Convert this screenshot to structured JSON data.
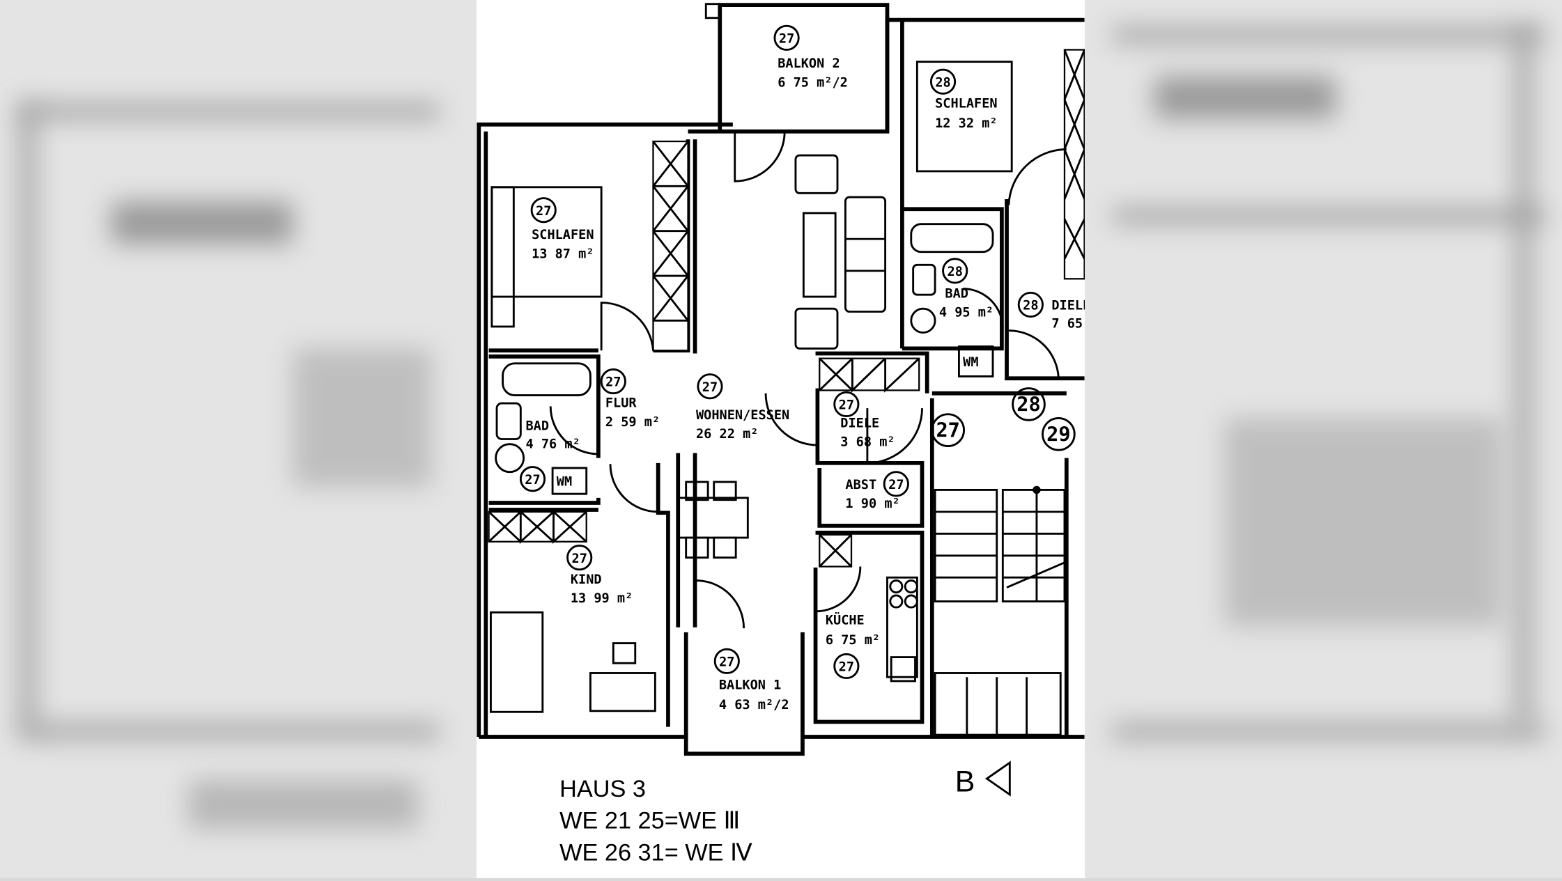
{
  "rooms": [
    {
      "unit": "27",
      "name": "BALKON 2",
      "area": "6 75  m²/2"
    },
    {
      "unit": "27",
      "name": "SCHLAFEN",
      "area": "13 87  m²"
    },
    {
      "unit": "27",
      "name": "FLUR",
      "area": "2 59  m²"
    },
    {
      "unit": "27",
      "name": "WOHNEN/ESSEN",
      "area": "26 22 m²"
    },
    {
      "unit": "27",
      "name": "BAD",
      "area": "4 76   m²"
    },
    {
      "unit": "27",
      "name": "DIELE",
      "area": "3 68  m²"
    },
    {
      "unit": "27",
      "name": "ABST",
      "area": "1 90  m²"
    },
    {
      "unit": "27",
      "name": "KIND",
      "area": "13 99  m²"
    },
    {
      "unit": "27",
      "name": "KÜCHE",
      "area": "6 75  m²"
    },
    {
      "unit": "27",
      "name": "BALKON 1",
      "area": "4 63  m²/2"
    },
    {
      "unit": "28",
      "name": "SCHLAFEN",
      "area": "12 32  m²"
    },
    {
      "unit": "28",
      "name": "BAD",
      "area": "4 95  m²"
    },
    {
      "unit": "28",
      "name": "DIELE",
      "area": "7 65"
    }
  ],
  "fixtures": {
    "washer_label": "WM"
  },
  "stair_units": [
    "27",
    "28",
    "29"
  ],
  "extra_unit_markers": [
    "27",
    "27"
  ],
  "legend": {
    "house": "HAUS 3",
    "line1": "WE 21  25=WE Ⅲ",
    "line2": "WE 26  31= WE Ⅳ"
  },
  "section_marker": "B"
}
